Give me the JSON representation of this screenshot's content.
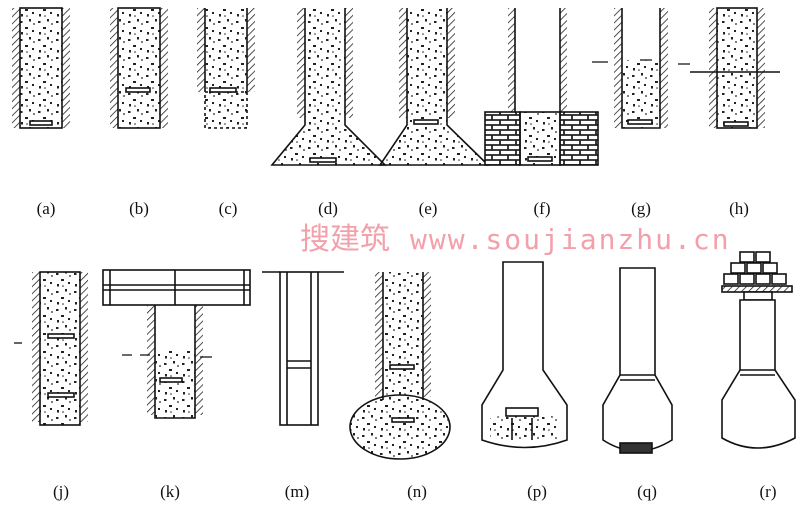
{
  "labels": [
    "(a)",
    "(b)",
    "(c)",
    "(d)",
    "(e)",
    "(f)",
    "(g)",
    "(h)",
    "(j)",
    "(k)",
    "(m)",
    "(n)",
    "(p)",
    "(q)",
    "(r)"
  ],
  "watermark": {
    "chinese": "搜建筑",
    "url": "www.soujianzhu.cn",
    "color": "#f2a0aa"
  }
}
